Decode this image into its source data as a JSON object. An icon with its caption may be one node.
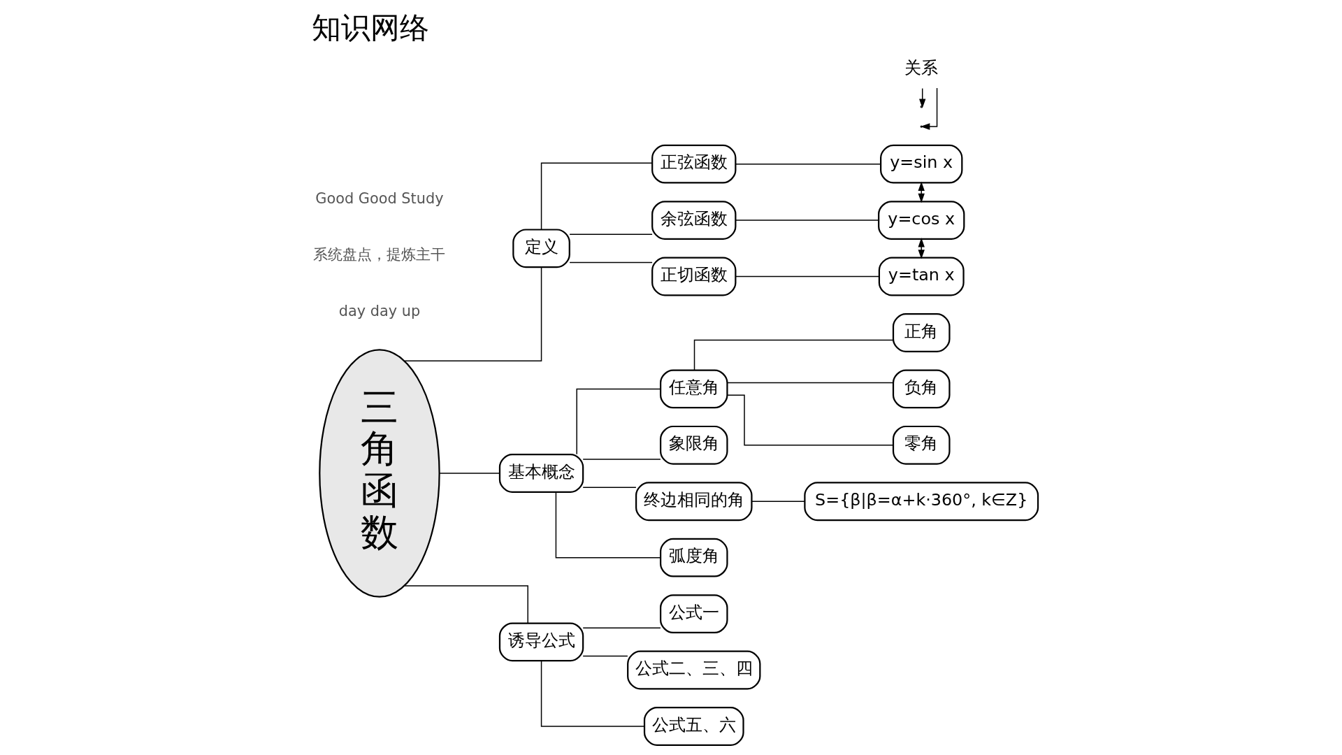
{
  "diagram": {
    "title": "知识网络",
    "nodes": [
      {
        "text": [
          "三角函数"
        ]
      },
      {
        "text": [
          "定义"
        ]
      },
      {
        "text": [
          "正弦函数"
        ]
      },
      {
        "text": [
          "余弦函数"
        ]
      },
      {
        "text": [
          "正切函数"
        ]
      },
      {
        "text": [
          "y=sin x"
        ]
      },
      {
        "text": [
          "y=cos x"
        ]
      },
      {
        "text": [
          "y=tan x"
        ]
      },
      {
        "text": [
          "关系"
        ]
      },
      {
        "text": [
          "基本概念"
        ]
      },
      {
        "text": [
          "任意角"
        ]
      },
      {
        "text": [
          "正角"
        ]
      },
      {
        "text": [
          "负角"
        ]
      },
      {
        "text": [
          "零角"
        ]
      },
      {
        "text": [
          "象限角"
        ]
      },
      {
        "text": [
          "终边相同的角"
        ]
      },
      {
        "text": [
          "S={β|β=α+k·360°, k∈Z}"
        ]
      },
      {
        "text": [
          "弧度角"
        ]
      },
      {
        "text": [
          "诱导公式"
        ]
      },
      {
        "text": [
          "公式一"
        ]
      },
      {
        "text": [
          "公式二、三、四"
        ]
      },
      {
        "text": [
          "公式五、六"
        ]
      }
    ],
    "edges": [
      {
        "from": 0,
        "to": 1,
        "arrow": "none"
      },
      {
        "from": 1,
        "to": 2,
        "arrow": "none"
      },
      {
        "from": 1,
        "to": 3,
        "arrow": "none"
      },
      {
        "from": 1,
        "to": 4,
        "arrow": "none"
      },
      {
        "from": 2,
        "to": 5,
        "arrow": "none"
      },
      {
        "from": 3,
        "to": 6,
        "arrow": "none"
      },
      {
        "from": 4,
        "to": 7,
        "arrow": "none"
      },
      {
        "from": 5,
        "to": 6,
        "arrow": "both"
      },
      {
        "from": 6,
        "to": 7,
        "arrow": "both"
      },
      {
        "from": 8,
        "to": null,
        "arrow": "to"
      },
      {
        "from": 8,
        "to": null,
        "arrow": "to"
      },
      {
        "from": 0,
        "to": 9,
        "arrow": "none"
      },
      {
        "from": 9,
        "to": 10,
        "arrow": "none"
      },
      {
        "from": 10,
        "to": 11,
        "arrow": "none"
      },
      {
        "from": 10,
        "to": 12,
        "arrow": "none"
      },
      {
        "from": 10,
        "to": 13,
        "arrow": "none"
      },
      {
        "from": 9,
        "to": 14,
        "arrow": "none"
      },
      {
        "from": 9,
        "to": 15,
        "arrow": "none"
      },
      {
        "from": 15,
        "to": 16,
        "arrow": "none"
      },
      {
        "from": 9,
        "to": 17,
        "arrow": "none"
      },
      {
        "from": 0,
        "to": 18,
        "arrow": "none"
      },
      {
        "from": 18,
        "to": 19,
        "arrow": "none"
      },
      {
        "from": 18,
        "to": 20,
        "arrow": "none"
      },
      {
        "from": 18,
        "to": 21,
        "arrow": "none"
      }
    ],
    "labels": [
      "day day up",
      "系统盘点，提炼主干",
      "Good Good Study"
    ]
  }
}
